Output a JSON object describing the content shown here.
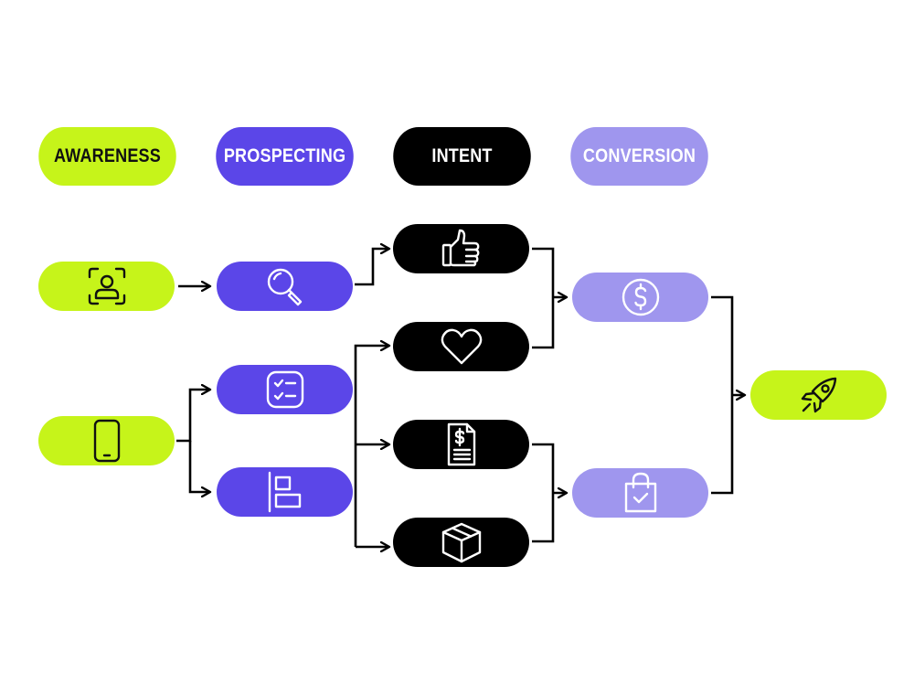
{
  "colors": {
    "awareness": "#c6f41a",
    "prospecting": "#5b46e8",
    "intent": "#000000",
    "conversion": "#9f96ee",
    "connector": "#000000"
  },
  "stages": [
    {
      "label": "AWARENESS"
    },
    {
      "label": "PROSPECTING"
    },
    {
      "label": "INTENT"
    },
    {
      "label": "CONVERSION"
    }
  ],
  "nodes": [
    {
      "id": "awareness-profile",
      "stage": "AWARENESS",
      "icon": "user-scan-icon"
    },
    {
      "id": "awareness-mobile",
      "stage": "AWARENESS",
      "icon": "smartphone-icon"
    },
    {
      "id": "prospecting-search",
      "stage": "PROSPECTING",
      "icon": "magnifier-icon"
    },
    {
      "id": "prospecting-checklist",
      "stage": "PROSPECTING",
      "icon": "checklist-icon"
    },
    {
      "id": "prospecting-align",
      "stage": "PROSPECTING",
      "icon": "align-left-icon"
    },
    {
      "id": "intent-like",
      "stage": "INTENT",
      "icon": "thumbs-up-icon"
    },
    {
      "id": "intent-favorite",
      "stage": "INTENT",
      "icon": "heart-icon"
    },
    {
      "id": "intent-invoice",
      "stage": "INTENT",
      "icon": "invoice-icon"
    },
    {
      "id": "intent-package",
      "stage": "INTENT",
      "icon": "package-icon"
    },
    {
      "id": "conversion-payment",
      "stage": "CONVERSION",
      "icon": "dollar-coin-icon"
    },
    {
      "id": "conversion-cart",
      "stage": "CONVERSION",
      "icon": "shopping-bag-check-icon"
    },
    {
      "id": "outcome-launch",
      "stage": "AWARENESS",
      "icon": "rocket-icon"
    }
  ],
  "connections": [
    {
      "from": "awareness-profile",
      "to": "prospecting-search"
    },
    {
      "from": "prospecting-search",
      "to": "intent-like"
    },
    {
      "from": "awareness-mobile",
      "to": "prospecting-checklist"
    },
    {
      "from": "awareness-mobile",
      "to": "prospecting-align"
    },
    {
      "from": "prospecting-checklist",
      "to": "intent-favorite"
    },
    {
      "from": "prospecting-align",
      "to": "intent-favorite"
    },
    {
      "from": "prospecting-align",
      "to": "intent-invoice"
    },
    {
      "from": "prospecting-align",
      "to": "intent-package"
    },
    {
      "from": "intent-like",
      "to": "conversion-payment"
    },
    {
      "from": "intent-favorite",
      "to": "conversion-payment"
    },
    {
      "from": "intent-invoice",
      "to": "conversion-cart"
    },
    {
      "from": "intent-package",
      "to": "conversion-cart"
    },
    {
      "from": "conversion-payment",
      "to": "outcome-launch"
    },
    {
      "from": "conversion-cart",
      "to": "outcome-launch"
    }
  ]
}
